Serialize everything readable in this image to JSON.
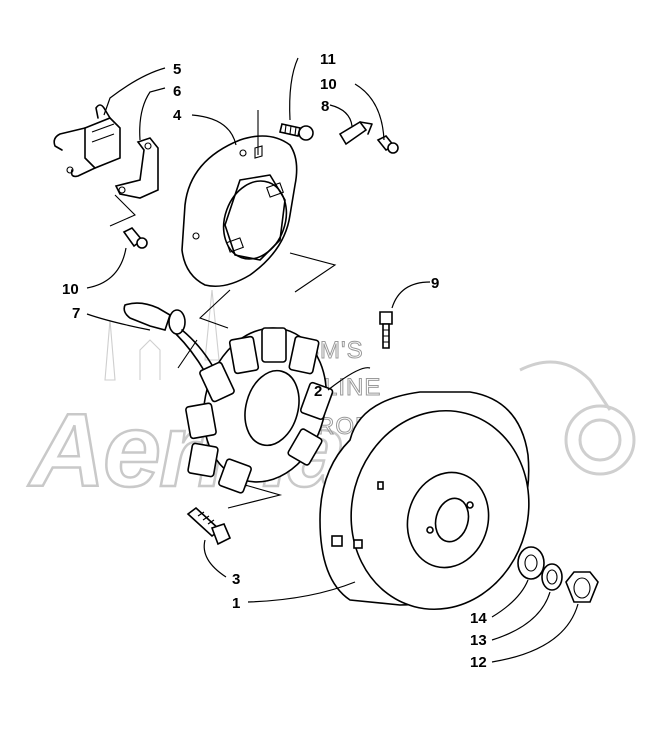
{
  "watermark": {
    "brand": "Aerman",
    "line1": "HI-SM'S",
    "line2": "ONLINE",
    "line3": "MICROFICHE"
  },
  "callouts": {
    "c1": "1",
    "c2": "2",
    "c3": "3",
    "c4": "4",
    "c5": "5",
    "c6": "6",
    "c7": "7",
    "c8": "8",
    "c9": "9",
    "c10a": "10",
    "c10b": "10",
    "c11": "11",
    "c12": "12",
    "c13": "13",
    "c14": "14"
  }
}
